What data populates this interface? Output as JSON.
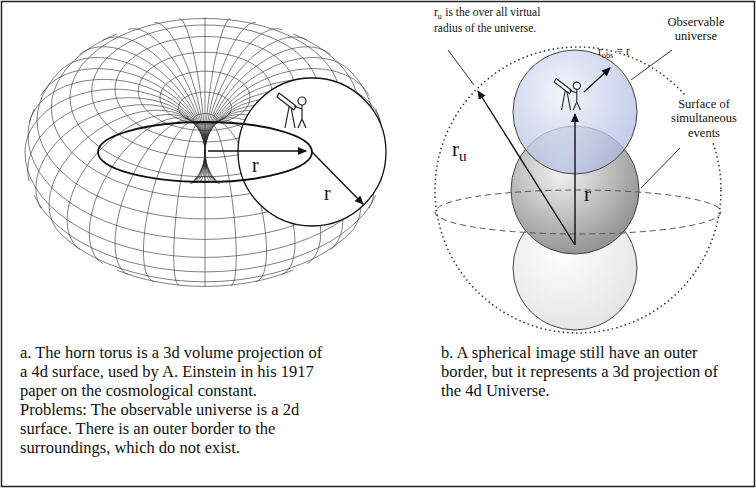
{
  "diagram": {
    "labels": [
      "r",
      "r",
      "r",
      "u",
      "is the over all virtual radius of the universe.",
      "Observable universe",
      "r",
      "obs",
      "= r",
      "Surface of simultaneous events",
      "r",
      "u",
      "r",
      "a. The horn torus is a 3d volume projection of a 4d surface, used by A. Einstein in his 1917 paper on the cosmological constant.",
      "Problems: The observable universe is a 2d surface. There is an outer border to the surroundings, which do not exist.",
      "b. A spherical image still have an outer border, but it represents a 3d projection of the 4d Universe."
    ]
  }
}
